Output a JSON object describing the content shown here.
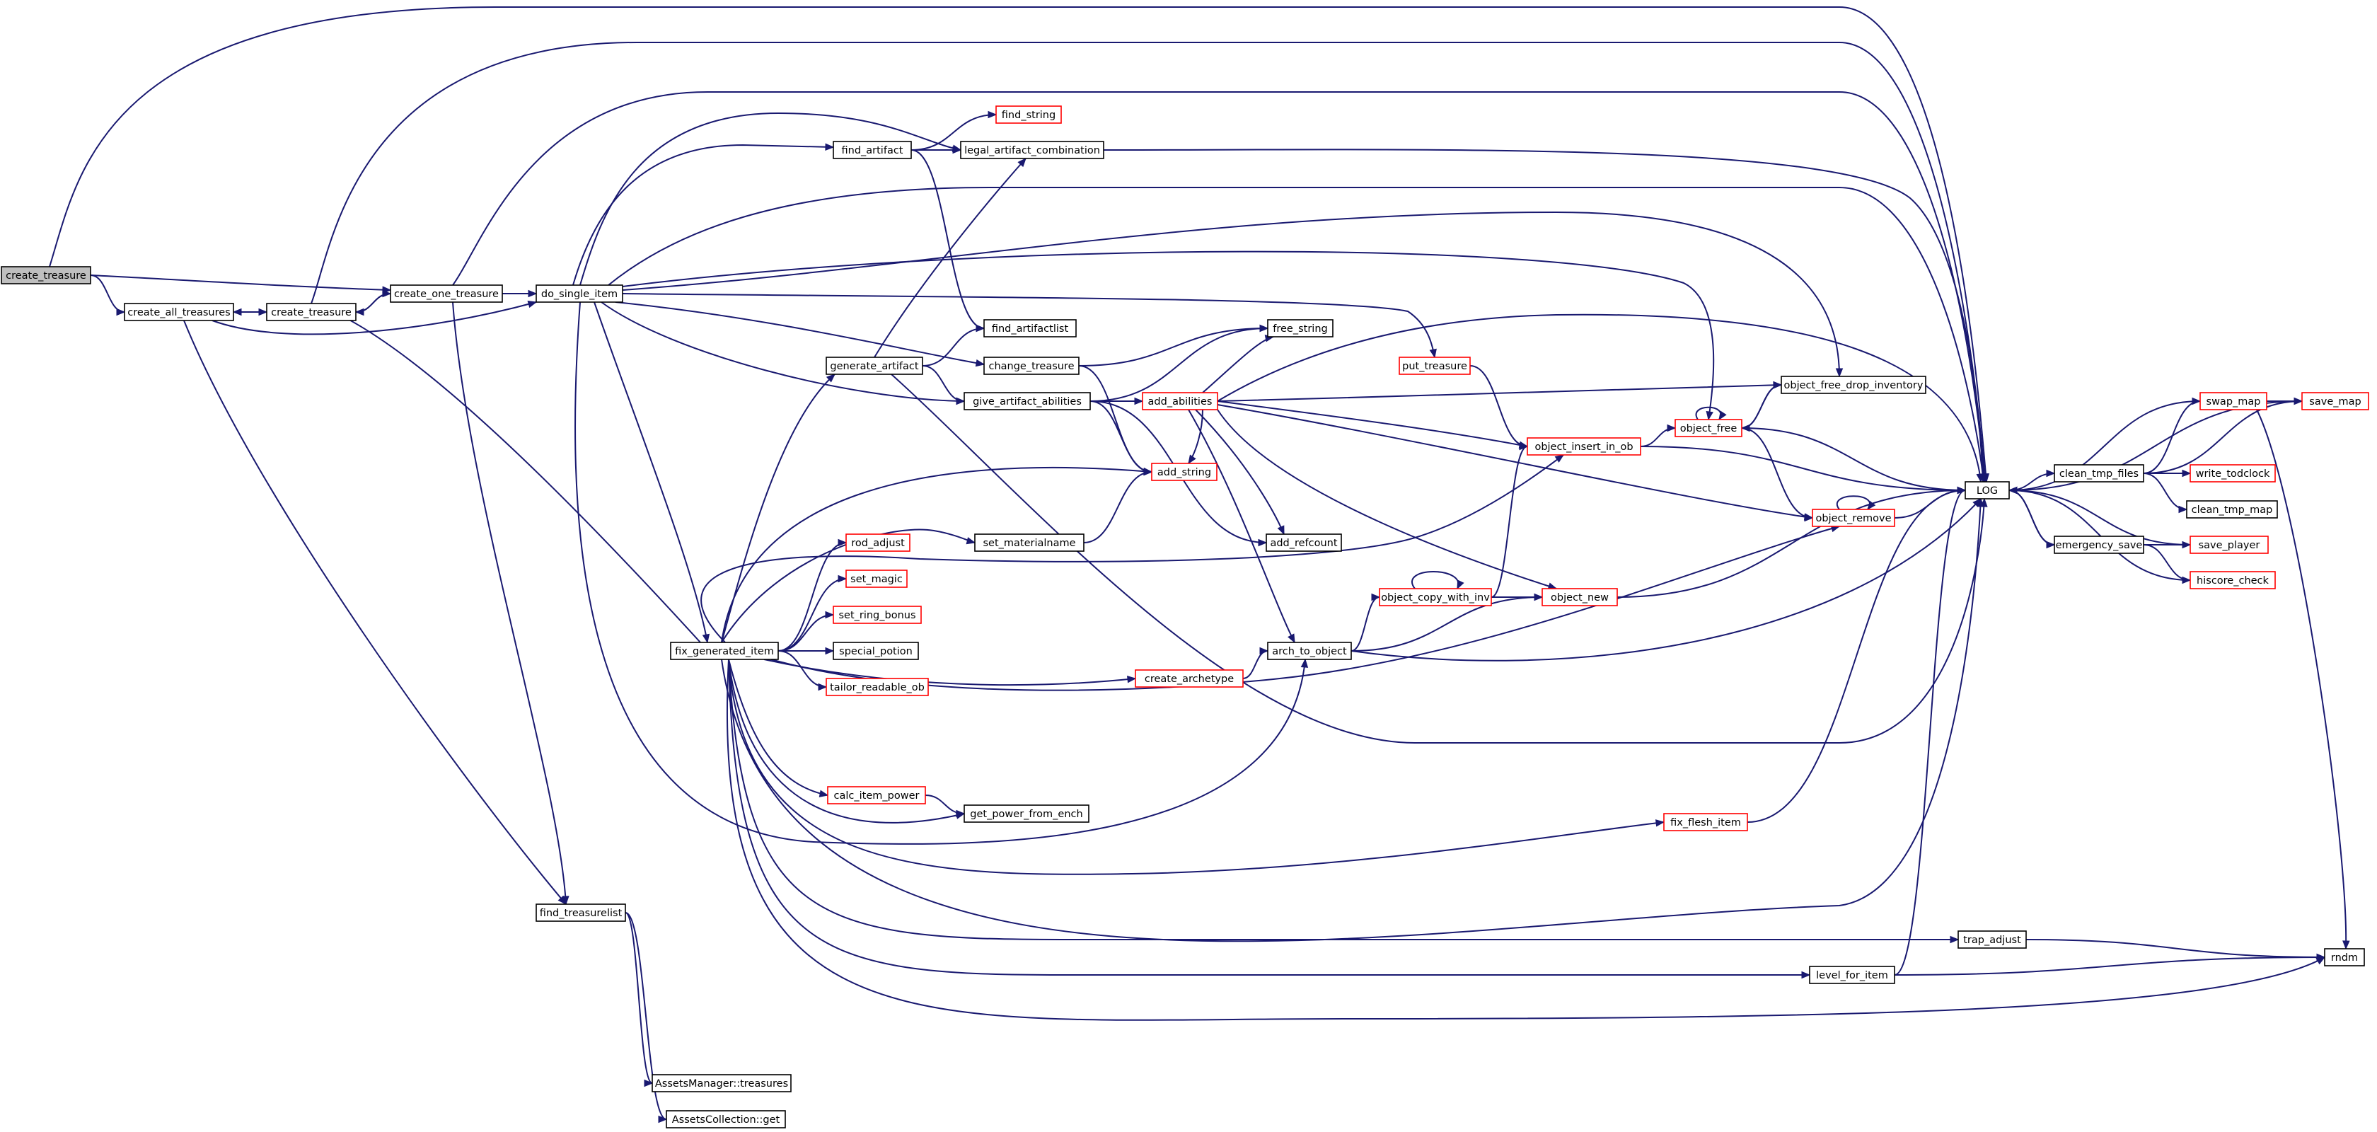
{
  "graph": {
    "root": "create_treasure",
    "nodes": [
      {
        "id": "create_treasure",
        "label": "create_treasure",
        "root": true
      },
      {
        "id": "create_all_treasures",
        "label": "create_all_treasures"
      },
      {
        "id": "create_treasure_2",
        "label": "create_treasure"
      },
      {
        "id": "create_one_treasure",
        "label": "create_one_treasure"
      },
      {
        "id": "do_single_item",
        "label": "do_single_item"
      },
      {
        "id": "find_artifact",
        "label": "find_artifact"
      },
      {
        "id": "find_string",
        "label": "find_string",
        "missing": true
      },
      {
        "id": "legal_artifact_combination",
        "label": "legal_artifact_combination"
      },
      {
        "id": "find_artifactlist",
        "label": "find_artifactlist"
      },
      {
        "id": "generate_artifact",
        "label": "generate_artifact"
      },
      {
        "id": "change_treasure",
        "label": "change_treasure"
      },
      {
        "id": "free_string",
        "label": "free_string"
      },
      {
        "id": "put_treasure",
        "label": "put_treasure",
        "missing": true
      },
      {
        "id": "give_artifact_abilities",
        "label": "give_artifact_abilities"
      },
      {
        "id": "add_abilities",
        "label": "add_abilities",
        "missing": true
      },
      {
        "id": "object_free_drop_inventory",
        "label": "object_free_drop_inventory"
      },
      {
        "id": "object_free",
        "label": "object_free",
        "missing": true
      },
      {
        "id": "add_string",
        "label": "add_string",
        "missing": true
      },
      {
        "id": "object_insert_in_ob",
        "label": "object_insert_in_ob",
        "missing": true
      },
      {
        "id": "add_refcount",
        "label": "add_refcount"
      },
      {
        "id": "set_materialname",
        "label": "set_materialname"
      },
      {
        "id": "rod_adjust",
        "label": "rod_adjust",
        "missing": true
      },
      {
        "id": "set_magic",
        "label": "set_magic",
        "missing": true
      },
      {
        "id": "set_ring_bonus",
        "label": "set_ring_bonus",
        "missing": true
      },
      {
        "id": "special_potion",
        "label": "special_potion"
      },
      {
        "id": "tailor_readable_ob",
        "label": "tailor_readable_ob",
        "missing": true
      },
      {
        "id": "fix_generated_item",
        "label": "fix_generated_item"
      },
      {
        "id": "create_archetype",
        "label": "create_archetype",
        "missing": true
      },
      {
        "id": "arch_to_object",
        "label": "arch_to_object"
      },
      {
        "id": "object_copy_with_inv",
        "label": "object_copy_with_inv",
        "missing": true
      },
      {
        "id": "object_new",
        "label": "object_new",
        "missing": true
      },
      {
        "id": "object_remove",
        "label": "object_remove",
        "missing": true
      },
      {
        "id": "LOG",
        "label": "LOG"
      },
      {
        "id": "calc_item_power",
        "label": "calc_item_power",
        "missing": true
      },
      {
        "id": "get_power_from_ench",
        "label": "get_power_from_ench"
      },
      {
        "id": "fix_flesh_item",
        "label": "fix_flesh_item",
        "missing": true
      },
      {
        "id": "find_treasurelist",
        "label": "find_treasurelist"
      },
      {
        "id": "trap_adjust",
        "label": "trap_adjust"
      },
      {
        "id": "level_for_item",
        "label": "level_for_item"
      },
      {
        "id": "AssetsManager_treasures",
        "label": "AssetsManager::treasures"
      },
      {
        "id": "AssetsCollection_get",
        "label": "AssetsCollection::get"
      },
      {
        "id": "swap_map",
        "label": "swap_map",
        "missing": true
      },
      {
        "id": "save_map",
        "label": "save_map",
        "missing": true
      },
      {
        "id": "clean_tmp_files",
        "label": "clean_tmp_files"
      },
      {
        "id": "write_todclock",
        "label": "write_todclock",
        "missing": true
      },
      {
        "id": "clean_tmp_map",
        "label": "clean_tmp_map"
      },
      {
        "id": "emergency_save",
        "label": "emergency_save"
      },
      {
        "id": "save_player",
        "label": "save_player",
        "missing": true
      },
      {
        "id": "hiscore_check",
        "label": "hiscore_check",
        "missing": true
      },
      {
        "id": "rndm",
        "label": "rndm"
      }
    ],
    "edges": [
      [
        "create_treasure",
        "create_all_treasures"
      ],
      [
        "create_treasure",
        "create_one_treasure"
      ],
      [
        "create_treasure",
        "LOG"
      ],
      [
        "create_all_treasures",
        "create_treasure_2"
      ],
      [
        "create_all_treasures",
        "do_single_item"
      ],
      [
        "create_all_treasures",
        "find_treasurelist"
      ],
      [
        "create_treasure_2",
        "create_all_treasures"
      ],
      [
        "create_treasure_2",
        "create_one_treasure"
      ],
      [
        "create_treasure_2",
        "LOG"
      ],
      [
        "create_one_treasure",
        "create_treasure_2"
      ],
      [
        "create_one_treasure",
        "do_single_item"
      ],
      [
        "create_one_treasure",
        "find_treasurelist"
      ],
      [
        "create_one_treasure",
        "LOG"
      ],
      [
        "do_single_item",
        "find_artifact"
      ],
      [
        "do_single_item",
        "legal_artifact_combination"
      ],
      [
        "do_single_item",
        "change_treasure"
      ],
      [
        "do_single_item",
        "give_artifact_abilities"
      ],
      [
        "do_single_item",
        "put_treasure"
      ],
      [
        "do_single_item",
        "object_free"
      ],
      [
        "do_single_item",
        "object_free_drop_inventory"
      ],
      [
        "do_single_item",
        "fix_generated_item"
      ],
      [
        "do_single_item",
        "arch_to_object"
      ],
      [
        "do_single_item",
        "LOG"
      ],
      [
        "find_artifact",
        "find_string"
      ],
      [
        "find_artifact",
        "legal_artifact_combination"
      ],
      [
        "find_artifact",
        "find_artifactlist"
      ],
      [
        "legal_artifact_combination",
        "LOG"
      ],
      [
        "generate_artifact",
        "find_artifactlist"
      ],
      [
        "generate_artifact",
        "legal_artifact_combination"
      ],
      [
        "generate_artifact",
        "give_artifact_abilities"
      ],
      [
        "generate_artifact",
        "LOG"
      ],
      [
        "change_treasure",
        "free_string"
      ],
      [
        "change_treasure",
        "add_string"
      ],
      [
        "give_artifact_abilities",
        "add_abilities"
      ],
      [
        "give_artifact_abilities",
        "free_string"
      ],
      [
        "give_artifact_abilities",
        "add_string"
      ],
      [
        "give_artifact_abilities",
        "add_refcount"
      ],
      [
        "add_abilities",
        "free_string"
      ],
      [
        "add_abilities",
        "add_string"
      ],
      [
        "add_abilities",
        "add_refcount"
      ],
      [
        "add_abilities",
        "object_free_drop_inventory"
      ],
      [
        "add_abilities",
        "object_insert_in_ob"
      ],
      [
        "add_abilities",
        "object_remove"
      ],
      [
        "add_abilities",
        "object_new"
      ],
      [
        "add_abilities",
        "arch_to_object"
      ],
      [
        "add_abilities",
        "LOG"
      ],
      [
        "put_treasure",
        "object_insert_in_ob"
      ],
      [
        "object_insert_in_ob",
        "object_free"
      ],
      [
        "object_insert_in_ob",
        "LOG"
      ],
      [
        "object_free",
        "object_free"
      ],
      [
        "object_free",
        "object_free_drop_inventory"
      ],
      [
        "object_free",
        "object_remove"
      ],
      [
        "object_free",
        "LOG"
      ],
      [
        "object_free_drop_inventory",
        "object_free"
      ],
      [
        "object_remove",
        "object_remove"
      ],
      [
        "object_remove",
        "LOG"
      ],
      [
        "set_materialname",
        "add_string"
      ],
      [
        "fix_generated_item",
        "do_single_item"
      ],
      [
        "fix_generated_item",
        "generate_artifact"
      ],
      [
        "fix_generated_item",
        "add_string"
      ],
      [
        "fix_generated_item",
        "set_materialname"
      ],
      [
        "fix_generated_item",
        "object_insert_in_ob"
      ],
      [
        "fix_generated_item",
        "rod_adjust"
      ],
      [
        "fix_generated_item",
        "set_magic"
      ],
      [
        "fix_generated_item",
        "set_ring_bonus"
      ],
      [
        "fix_generated_item",
        "special_potion"
      ],
      [
        "fix_generated_item",
        "tailor_readable_ob"
      ],
      [
        "fix_generated_item",
        "create_archetype"
      ],
      [
        "fix_generated_item",
        "object_remove"
      ],
      [
        "fix_generated_item",
        "calc_item_power"
      ],
      [
        "fix_generated_item",
        "get_power_from_ench"
      ],
      [
        "fix_generated_item",
        "fix_flesh_item"
      ],
      [
        "fix_generated_item",
        "trap_adjust"
      ],
      [
        "fix_generated_item",
        "level_for_item"
      ],
      [
        "fix_generated_item",
        "rndm"
      ],
      [
        "fix_generated_item",
        "LOG"
      ],
      [
        "create_archetype",
        "arch_to_object"
      ],
      [
        "arch_to_object",
        "object_copy_with_inv"
      ],
      [
        "arch_to_object",
        "object_new"
      ],
      [
        "arch_to_object",
        "LOG"
      ],
      [
        "object_copy_with_inv",
        "object_copy_with_inv"
      ],
      [
        "object_copy_with_inv",
        "object_insert_in_ob"
      ],
      [
        "object_copy_with_inv",
        "object_new"
      ],
      [
        "object_new",
        "LOG"
      ],
      [
        "calc_item_power",
        "get_power_from_ench"
      ],
      [
        "fix_flesh_item",
        "LOG"
      ],
      [
        "find_treasurelist",
        "AssetsManager_treasures"
      ],
      [
        "find_treasurelist",
        "AssetsCollection_get"
      ],
      [
        "trap_adjust",
        "rndm"
      ],
      [
        "level_for_item",
        "LOG"
      ],
      [
        "level_for_item",
        "rndm"
      ],
      [
        "LOG",
        "clean_tmp_files"
      ],
      [
        "LOG",
        "emergency_save"
      ],
      [
        "clean_tmp_files",
        "swap_map"
      ],
      [
        "clean_tmp_files",
        "save_map"
      ],
      [
        "clean_tmp_files",
        "write_todclock"
      ],
      [
        "clean_tmp_files",
        "clean_tmp_map"
      ],
      [
        "swap_map",
        "save_map"
      ],
      [
        "swap_map",
        "LOG"
      ],
      [
        "swap_map",
        "rndm"
      ],
      [
        "save_map",
        "LOG"
      ],
      [
        "emergency_save",
        "LOG"
      ],
      [
        "emergency_save",
        "save_player"
      ],
      [
        "emergency_save",
        "hiscore_check"
      ],
      [
        "save_player",
        "LOG"
      ],
      [
        "hiscore_check",
        "LOG"
      ]
    ],
    "colors": {
      "edge": "#191970",
      "node_border": "#000000",
      "missing_border": "#ff0000",
      "root_fill": "#bfbfbf",
      "node_fill": "#ffffff"
    }
  }
}
